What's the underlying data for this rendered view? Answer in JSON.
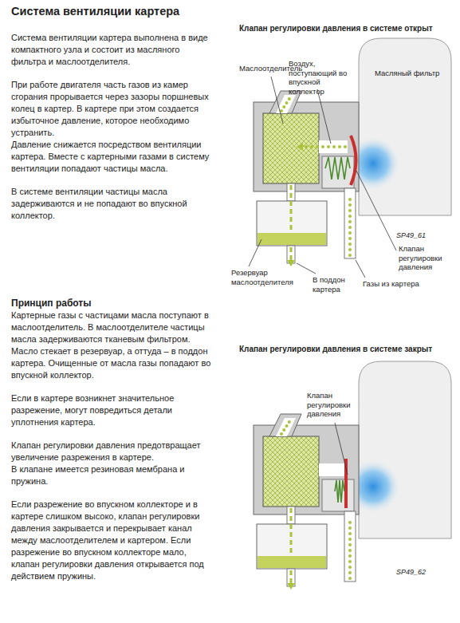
{
  "diagram": {
    "title": "Система вентиляции картера",
    "nodes": [
      {
        "text": [
          "Масляный фильтр"
        ]
      }
    ],
    "labels": [
      "Система вентиляции картера выполнена в виде компактного узла и состоит из масляного фильтра и маслоотделителя.",
      "При работе двигателя часть газов из камер сгорания прорывается через зазоры поршневых колец в картер. В картере при этом создается избыточное давление, которое необходимо устранить.",
      "Давление снижается посредством вентиляции картера. Вместе с картерными газами в систему вентиляции попадают частицы масла.",
      "В системе вентиляции частицы масла задерживаются и не попадают во впускной коллектор.",
      "Принцип работы",
      "Картерные газы с частицами масла поступают в маслоотделитель. В маслоотделителе частицы масла задерживаются тканевым фильтром. Масло стекает в резервуар, а оттуда – в поддон картера. Очищенные от масла газы попадают во впускной коллектор.",
      "Если в картере возникнет значительное разрежение, могут повредиться детали уплотнения картера.",
      "Клапан регулировки давления предотвращает увеличение разрежения в картере.",
      "В клапане имеется резиновая мембрана и пружина.",
      "Если разрежение во впускном коллекторе и в картере слишком высоко, клапан регулировки давления закрывается и перекрывает канал между маслоотделителем и картером. Если разрежение во впускном коллекторе мало, клапан регулировки давления открывается под действием пружины.",
      "Клапан регулировки давления в системе открыт",
      "Маслоотделитель",
      "Воздух, поступающий во впускной коллектор",
      "SP49_61",
      "Клапан регулировки давления",
      "Резервуар маслоотделителя",
      "В поддон картера",
      "Газы из картера",
      "Клапан регулировки давления в системе закрыт",
      "Клапан регулировки давления",
      "SP49_62"
    ]
  }
}
